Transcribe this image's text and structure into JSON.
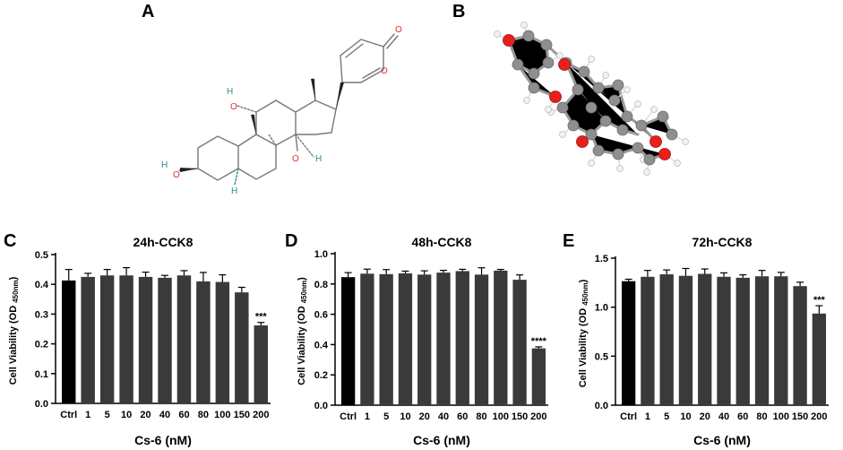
{
  "panels": {
    "a": "A",
    "b": "B",
    "c": "C",
    "d": "D",
    "e": "E"
  },
  "molecule_a": {
    "atoms": {
      "o_ring": "O",
      "o_lactone": "O",
      "h_oh11": "H",
      "o_oh11": "O",
      "h_oh3": "H",
      "o_oh3": "O",
      "o_oh14": "O",
      "h_oh14": "H",
      "h_5": "H"
    }
  },
  "chart_data": [
    {
      "type": "bar",
      "title": "24h-CCK8",
      "xlabel": "Cs-6 (nM)",
      "ylabel_main": "Cell Viability (OD ",
      "ylabel_sub": "450nm",
      "ylabel_end": ")",
      "categories": [
        "Ctrl",
        "1",
        "5",
        "10",
        "20",
        "40",
        "60",
        "80",
        "100",
        "150",
        "200"
      ],
      "values": [
        0.413,
        0.425,
        0.43,
        0.43,
        0.425,
        0.422,
        0.43,
        0.41,
        0.408,
        0.373,
        0.262
      ],
      "errors": [
        0.037,
        0.012,
        0.02,
        0.026,
        0.016,
        0.008,
        0.016,
        0.03,
        0.024,
        0.017,
        0.01
      ],
      "ylim": [
        0.0,
        0.5
      ],
      "yticks": [
        "0.0",
        "0.1",
        "0.2",
        "0.3",
        "0.4",
        "0.5"
      ],
      "annotations": [
        {
          "category": "200",
          "text": "***"
        }
      ],
      "colors": {
        "ctrl": "#000000",
        "bars": "#3a3a3a"
      }
    },
    {
      "type": "bar",
      "title": "48h-CCK8",
      "xlabel": "Cs-6 (nM)",
      "ylabel_main": "Cell Viability (OD ",
      "ylabel_sub": "450nm",
      "ylabel_end": ")",
      "categories": [
        "Ctrl",
        "1",
        "5",
        "10",
        "20",
        "40",
        "60",
        "80",
        "100",
        "150",
        "200"
      ],
      "values": [
        0.845,
        0.868,
        0.865,
        0.87,
        0.862,
        0.875,
        0.885,
        0.862,
        0.888,
        0.828,
        0.375
      ],
      "errors": [
        0.03,
        0.03,
        0.03,
        0.015,
        0.025,
        0.015,
        0.012,
        0.045,
        0.008,
        0.032,
        0.01
      ],
      "ylim": [
        0.0,
        1.0
      ],
      "yticks": [
        "0.0",
        "0.2",
        "0.4",
        "0.6",
        "0.8",
        "1.0"
      ],
      "annotations": [
        {
          "category": "200",
          "text": "****"
        }
      ],
      "colors": {
        "ctrl": "#000000",
        "bars": "#3a3a3a"
      }
    },
    {
      "type": "bar",
      "title": "72h-CCK8",
      "xlabel": "Cs-6 (nM)",
      "ylabel_main": "Cell Viability (OD ",
      "ylabel_sub": "450nm",
      "ylabel_end": ")",
      "categories": [
        "Ctrl",
        "1",
        "5",
        "10",
        "20",
        "40",
        "60",
        "80",
        "100",
        "150",
        "200"
      ],
      "values": [
        1.265,
        1.31,
        1.335,
        1.32,
        1.34,
        1.31,
        1.3,
        1.315,
        1.315,
        1.215,
        0.935
      ],
      "errors": [
        0.02,
        0.065,
        0.045,
        0.075,
        0.05,
        0.04,
        0.03,
        0.06,
        0.04,
        0.04,
        0.08
      ],
      "ylim": [
        0.0,
        1.5
      ],
      "yticks": [
        "0.0",
        "0.5",
        "1.0",
        "1.5"
      ],
      "annotations": [
        {
          "category": "200",
          "text": "***"
        }
      ],
      "colors": {
        "ctrl": "#000000",
        "bars": "#3a3a3a"
      }
    }
  ]
}
